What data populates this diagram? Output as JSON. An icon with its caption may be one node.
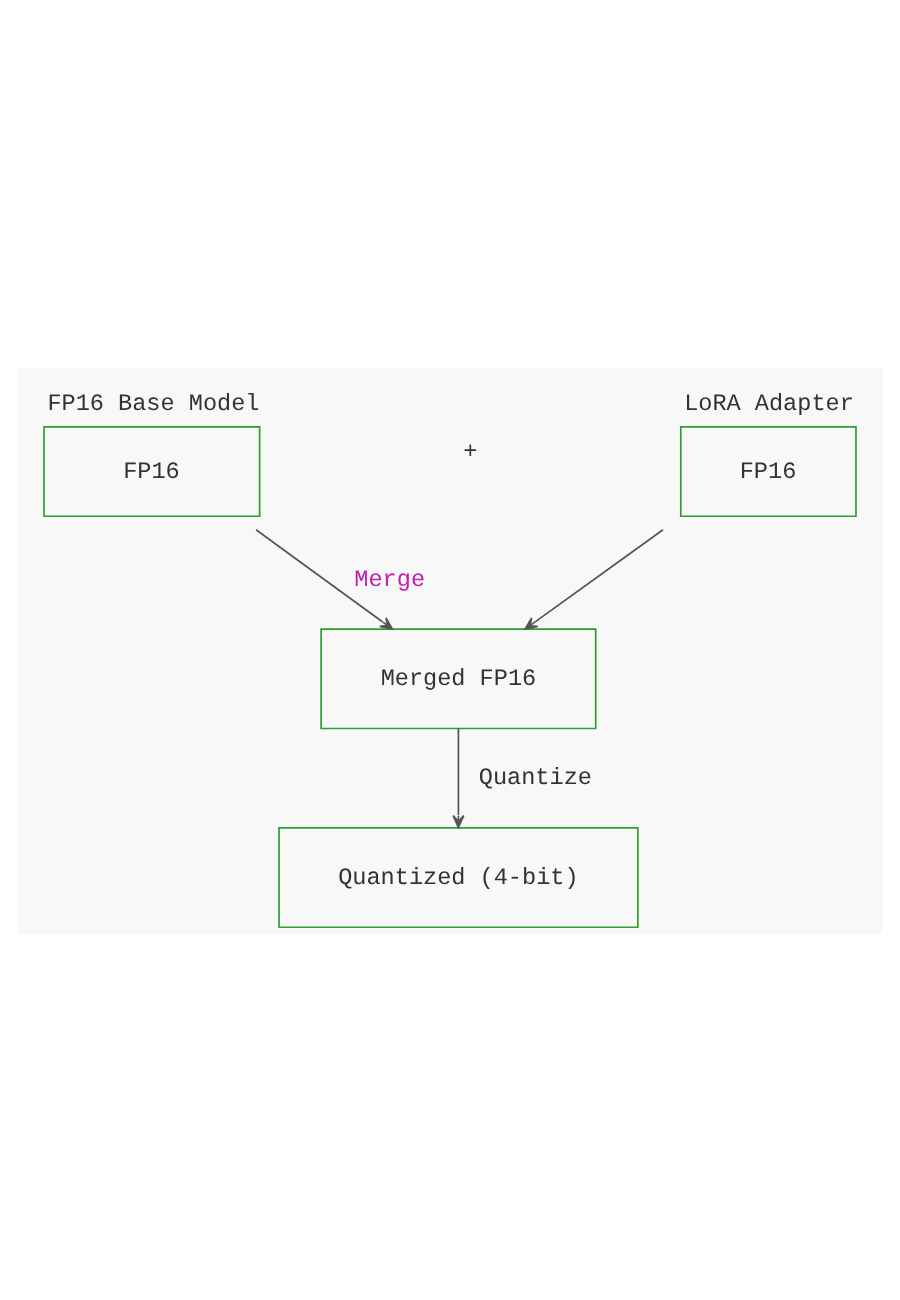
{
  "diagram": {
    "nodes": [
      {
        "text": [
          "FP16 Base Model",
          "FP16"
        ]
      },
      {
        "text": [
          "LoRA Adapter",
          "FP16"
        ]
      },
      {
        "text": [
          "Merged FP16"
        ]
      },
      {
        "text": [
          "Quantized (4-bit)"
        ]
      }
    ],
    "edges": [
      {
        "from": 0,
        "to": 2,
        "arrow": "to",
        "label": "Merge"
      },
      {
        "from": 1,
        "to": 2,
        "arrow": "to"
      },
      {
        "from": 2,
        "to": 3,
        "arrow": "to",
        "label": "Quantize"
      }
    ],
    "labels": [
      "+"
    ]
  }
}
